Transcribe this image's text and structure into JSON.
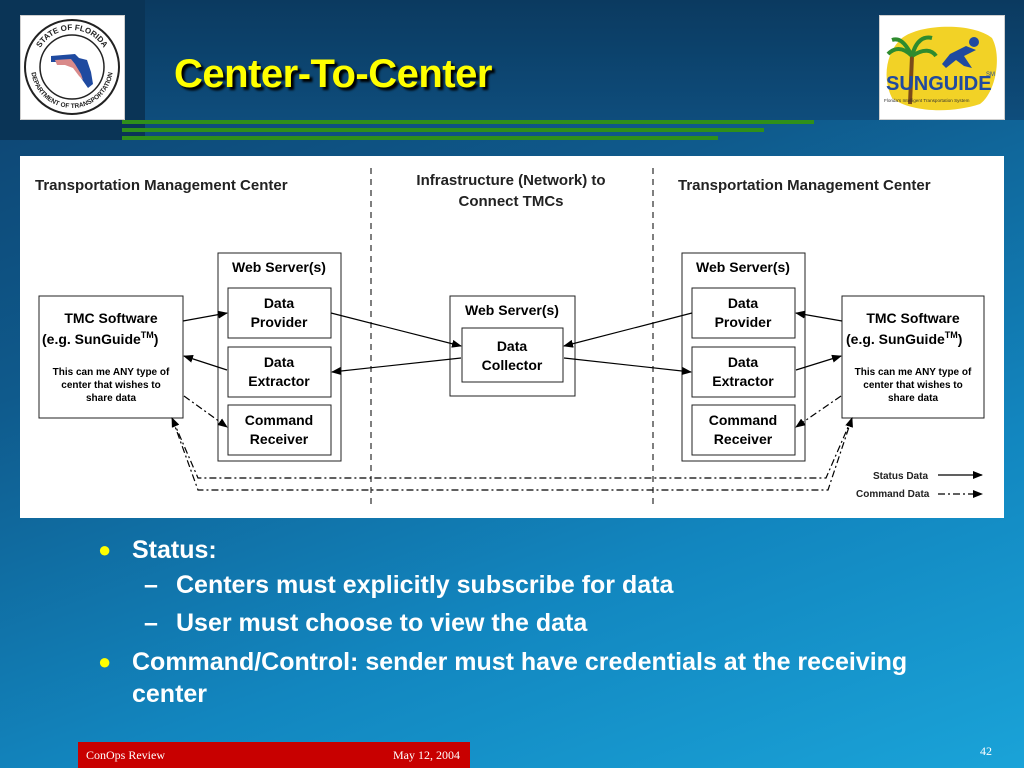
{
  "slide": {
    "title": "Center-To-Center",
    "logos": {
      "left": {
        "ring_top": "STATE OF FLORIDA",
        "ring_bottom": "DEPARTMENT OF TRANSPORTATION"
      },
      "right": {
        "wordmark": "SUNGUIDE",
        "mark": "SM",
        "tagline": "Florida's Intelligent Transportation System"
      }
    }
  },
  "diagram": {
    "left_title": "Transportation Management Center",
    "middle_title_1": "Infrastructure (Network) to",
    "middle_title_2": "Connect TMCs",
    "right_title": "Transportation Management Center",
    "tmc_software_1": "TMC Software",
    "tmc_software_2": "(e.g. SunGuide",
    "tm": "TM",
    "tmc_software_close": ")",
    "tmc_note_1": "This can me ANY type of",
    "tmc_note_2": "center that wishes to",
    "tmc_note_3": "share data",
    "web_servers": "Web Server(s)",
    "data_provider_1": "Data",
    "data_provider_2": "Provider",
    "data_extractor_1": "Data",
    "data_extractor_2": "Extractor",
    "command_receiver_1": "Command",
    "command_receiver_2": "Receiver",
    "middle_web_server": "Web Server(s)",
    "data_collector_1": "Data",
    "data_collector_2": "Collector",
    "legend_status": "Status  Data",
    "legend_command": "Command Data"
  },
  "bullets": [
    {
      "level": 1,
      "text": "Status:"
    },
    {
      "level": 2,
      "text": "Centers must explicitly subscribe for data"
    },
    {
      "level": 2,
      "text": "User must choose to view the data"
    },
    {
      "level": 1,
      "text": "Command/Control: sender must have credentials at the receiving center"
    }
  ],
  "footer": {
    "left": "ConOps Review",
    "right": "May 12, 2004",
    "page": "42"
  },
  "colors": {
    "title": "#ffff00",
    "bullet": "#ffff00",
    "footer_bg": "#c80000",
    "rule": "#2f8f1a"
  }
}
